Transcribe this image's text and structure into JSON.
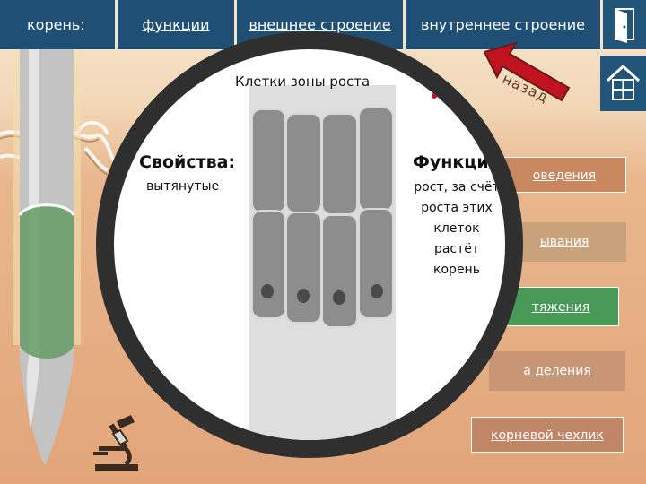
{
  "topnav": {
    "root_label": "корень:",
    "functions_tab": "функции",
    "external_tab": "внешнее строение",
    "internal_tab": "внутреннее строение"
  },
  "back": {
    "label": "назад"
  },
  "zones": [
    "оведения",
    "ывания",
    "тяжения",
    "а деления",
    "корневой чехлик"
  ],
  "lens": {
    "title": "Клетки зоны роста",
    "properties_heading": "Свойства:",
    "properties_value": "вытянутые",
    "function_heading": "Функция:",
    "function_lines": [
      "рост, за счёт",
      "роста этих",
      "клеток",
      "растёт",
      "корень"
    ]
  },
  "colors": {
    "nav": "#21557a",
    "lens_ring": "#2f2f2f",
    "close_x": "#c1121f",
    "arrow": "#c1121f",
    "zone_green": "#4a9a57",
    "zone_brown": "#c9875f"
  },
  "icons": [
    "exit-door-icon",
    "home-icon",
    "close-icon",
    "back-arrow-icon",
    "microscope-icon"
  ]
}
